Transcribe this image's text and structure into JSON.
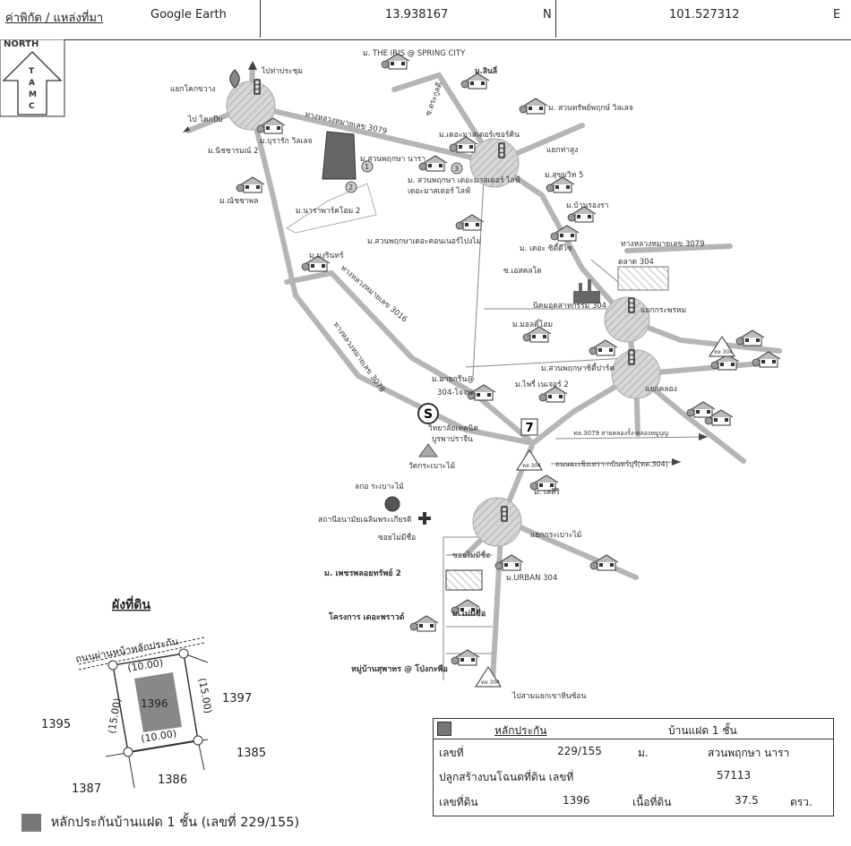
{
  "header": {
    "label": "ค่าพิกัด / แหล่งที่มา",
    "source": "Google Earth",
    "lat": "13.938167",
    "lat_dir": "N",
    "lon": "101.527312",
    "lon_dir": "E"
  },
  "north": {
    "title": "NORTH",
    "letters": [
      "T",
      "A",
      "M",
      "C"
    ]
  },
  "roads": {
    "r3079_top": "ทางหลวงหมายเลข 3079",
    "r3079_right": "ทางหลวงหมายเลข 3079",
    "r3016": "ทางหลวงหมายเลข 3016",
    "r3078": "ทางหลวงหมายเลข 3078",
    "r3079_east": "ทล.3079 สายคลองรั้ง-คลองหมูบุญ",
    "r304_label": "ถนนฉะเชิงเทรา-กบินทร์บุรี(ทล.304)",
    "soi_rak": "ซ.ตระกูลดี",
    "soi_nomsap": "ซ.เอสคลโต"
  },
  "places": {
    "to_prachinburi": "ไปท่าประชุม",
    "to_kok": "ไป โคกปีบ",
    "junc_kokkhwang": "แยกโคกขวาง",
    "iris": "ม. THE IRIS @ SPRING CITY",
    "in_lee": "ม.ลินลี่",
    "suansap": "ม. สวนทรัพย์พฤกษ์ วิลเลจ",
    "thiracharn": "ม.นิชชารมณ์ 2",
    "buraram": "ม.บุรารัก วิลเลจ",
    "suanphruksa_nara": "ม.สวนพฤกษา นารา",
    "nara_park2": "ม.นาราพาร์คโฮม 2",
    "chatchapon": "ม.ณัชชาพล",
    "casa_master": "ม.เดอะมาสเตอร์เซอร์คิน",
    "junc_thasung": "แยกท่าสูง",
    "sukhumvit5": "ม.สุขุมวิท 5",
    "suanphruksa_master": "ม. สวนพฤกษา เดอะมาสเตอร์ ไลฟ์",
    "ban_rong": "ม.บ้านรองรา",
    "suanphruksa_condo": "ม.สวนพฤกษาเดอะคอนเนอร์ไปงไม่",
    "the_citi": "ม. เดอะ ซิตี้ดีไซ",
    "market304": "ตลาด 304",
    "mongkhon": "ม.มงรินทร์",
    "nikhom": "นิคมอุตสาหกรรม 304",
    "junc_krapho": "แยกกระพรหม",
    "modern_home": "ม.มอลดิ์โฮม",
    "suan_city": "ม.สวนพฤกษาซิตี้ปาร์ค",
    "mayaring": "ม.มายกรีน@",
    "j304": "304-โจจน",
    "praiwe": "ม.ไพรี่ เนเจอร์ 2",
    "junc_khlong": "แยกคลอง",
    "school": "วิทยาลัยเทคนิค",
    "school2": "บูรพาปราจีน",
    "temple": "วัดกระเบาะไม้",
    "lak_krachang": "ลกอ ระเบาะไม้",
    "hospital": "สถานีอนามัยเฉลิมพระเกียรติ",
    "junc_krabao": "แยกกระเบาะไม้",
    "soi_noname1": "ซอยไม่มีชื่อ",
    "soi_noname2": "ซอยไม่มีชื่อ",
    "sec_sri": "ม. เลสิริ",
    "phet": "ม. เพชรพลอยทรัพย์ 2",
    "urban": "ม.URBAN 304",
    "project": "โครงการ เดอะพราวด์",
    "mai_mi_chue": "ม.ไม่มีชื่อ",
    "suthapon": "หมู่บ้านสุพาทร @ โป่งกะพือ",
    "to_kabin": "ไปสามแยกเขาหินซ้อน",
    "t304a": "ทล 304",
    "t304b": "ทล 304",
    "t304c": "ทล 304"
  },
  "plot": {
    "title": "ผังที่ดิน",
    "road": "ถนนผ่านหน้าหลักประกัน",
    "main_lot": "1396",
    "dim_top": "(10.00)",
    "dim_bottom": "(10.00)",
    "dim_left": "(15.00)",
    "dim_right": "(15.00)",
    "n1": "1397",
    "n2": "1395",
    "n3": "1385",
    "n4": "1386",
    "n5": "1387"
  },
  "info": {
    "title": "หลักประกัน",
    "type": "บ้านแฝด 1 ชั้น",
    "no_label": "เลขที่",
    "no_value": "229/155",
    "m_label": "ม.",
    "m_value": "สวนพฤกษา นารา",
    "deed_label": "ปลูกสร้างบนโฉนดที่ดิน เลขที่",
    "deed_value": "57113",
    "lot_label": "เลขที่ดิน",
    "lot_value": "1396",
    "area_label": "เนื้อที่ดิน",
    "area_value": "37.5",
    "area_unit": "ตรว."
  },
  "legend": {
    "text": "หลักประกันบ้านแฝด 1 ชั้น (เลขที่ 229/155)"
  },
  "markers": {
    "m1": "1",
    "m2": "2",
    "m3": "3"
  }
}
